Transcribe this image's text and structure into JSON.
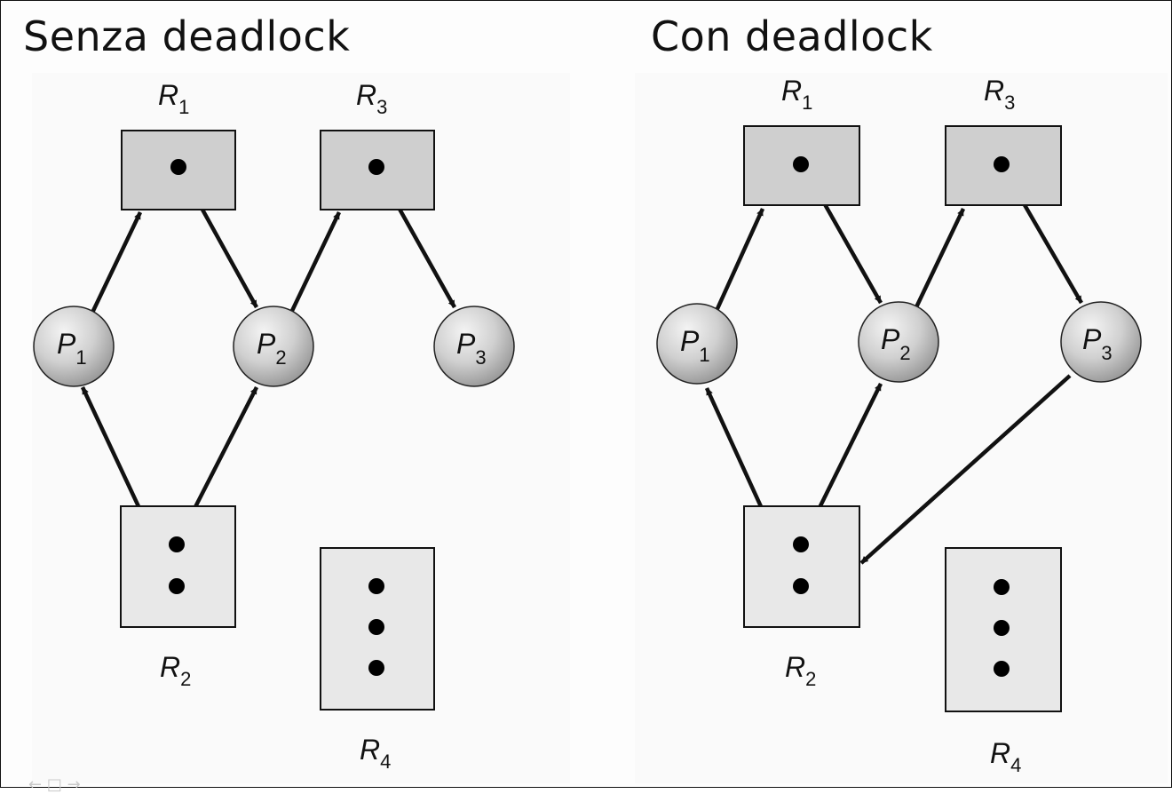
{
  "left_panel": {
    "title": "Senza deadlock",
    "resources": {
      "R1": {
        "label": "R",
        "sub": "1"
      },
      "R2": {
        "label": "R",
        "sub": "2"
      },
      "R3": {
        "label": "R",
        "sub": "3"
      },
      "R4": {
        "label": "R",
        "sub": "4"
      }
    },
    "processes": {
      "P1": {
        "label": "P",
        "sub": "1"
      },
      "P2": {
        "label": "P",
        "sub": "2"
      },
      "P3": {
        "label": "P",
        "sub": "3"
      }
    }
  },
  "right_panel": {
    "title": "Con deadlock",
    "resources": {
      "R1": {
        "label": "R",
        "sub": "1"
      },
      "R2": {
        "label": "R",
        "sub": "2"
      },
      "R3": {
        "label": "R",
        "sub": "3"
      },
      "R4": {
        "label": "R",
        "sub": "4"
      }
    },
    "processes": {
      "P1": {
        "label": "P",
        "sub": "1"
      },
      "P2": {
        "label": "P",
        "sub": "2"
      },
      "P3": {
        "label": "P",
        "sub": "3"
      }
    }
  },
  "colors": {
    "resource_dark": "#cfcfcf",
    "resource_light": "#e8e8e8",
    "process_fill": "#d4d4d4",
    "edge": "#111111"
  },
  "nav_icons": [
    "back-arrow-icon",
    "slide-icon",
    "forward-arrow-icon"
  ]
}
